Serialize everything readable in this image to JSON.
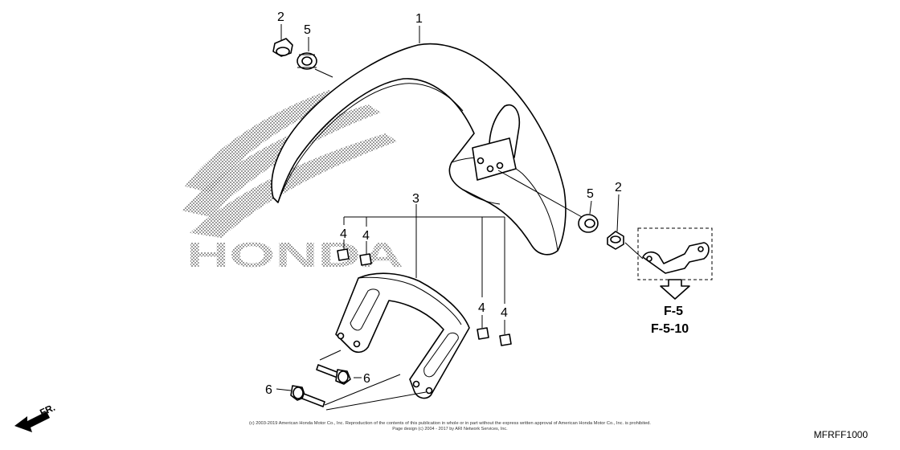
{
  "callouts": {
    "part1": "1",
    "part2_top": "2",
    "part5_top": "5",
    "part5_right": "5",
    "part2_right": "2",
    "part3": "3",
    "part4_a": "4",
    "part4_b": "4",
    "part4_c": "4",
    "part4_d": "4",
    "part6_a": "6",
    "part6_b": "6"
  },
  "references": {
    "ref1": "F-5",
    "ref2": "F-5-10"
  },
  "direction_label": "FR.",
  "diagram_code": "MFRFF1000",
  "copyright_line1": "(c) 2003-2019 American Honda Motor Co., Inc. Reproduction of the contents of this publication in whole or in part without the express written approval of American Honda Motor Co., Inc. is prohibited.",
  "copyright_line2": "Page design (c) 2004 - 2017 by ARI Network Services, Inc.",
  "watermark_text": "HONDA"
}
